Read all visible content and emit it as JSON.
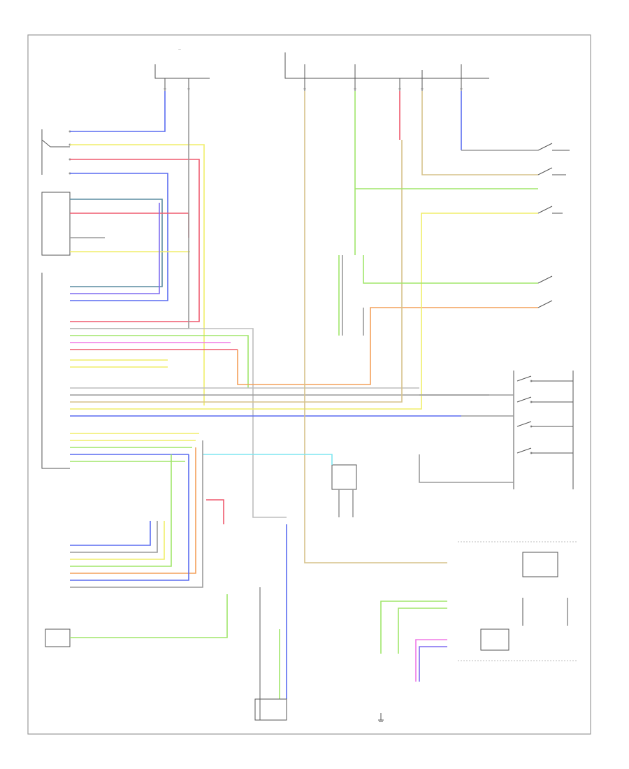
{
  "diagram": {
    "page_label": "",
    "colors": {
      "blue": "#5a6cf0",
      "yellow": "#f0ee6a",
      "red": "#ef5a6e",
      "green": "#a0e66a",
      "orange": "#f3a05a",
      "cyan": "#7fe6f0",
      "purple": "#7f6cf0",
      "pink": "#f07ae6",
      "gray": "#9a9a9a",
      "tan": "#d6c28a",
      "ground": "#555555"
    },
    "components": [
      {
        "id": "fuse-left"
      },
      {
        "id": "fuse-middle-1"
      },
      {
        "id": "fuse-middle-2"
      },
      {
        "id": "fuse-right"
      },
      {
        "id": "electronic-unit-top-left"
      },
      {
        "id": "powertrain-control-module"
      },
      {
        "id": "electronic-sensor-bottom-left"
      },
      {
        "id": "transmission-sensor"
      },
      {
        "id": "cruise-control-switch"
      },
      {
        "id": "clutch-switch"
      },
      {
        "id": "stop-lamp-switch"
      },
      {
        "id": "brake-switch"
      },
      {
        "id": "cruise-actuator"
      },
      {
        "id": "data-link-connector"
      },
      {
        "id": "relay-box-right"
      },
      {
        "id": "diode-unit"
      }
    ]
  }
}
